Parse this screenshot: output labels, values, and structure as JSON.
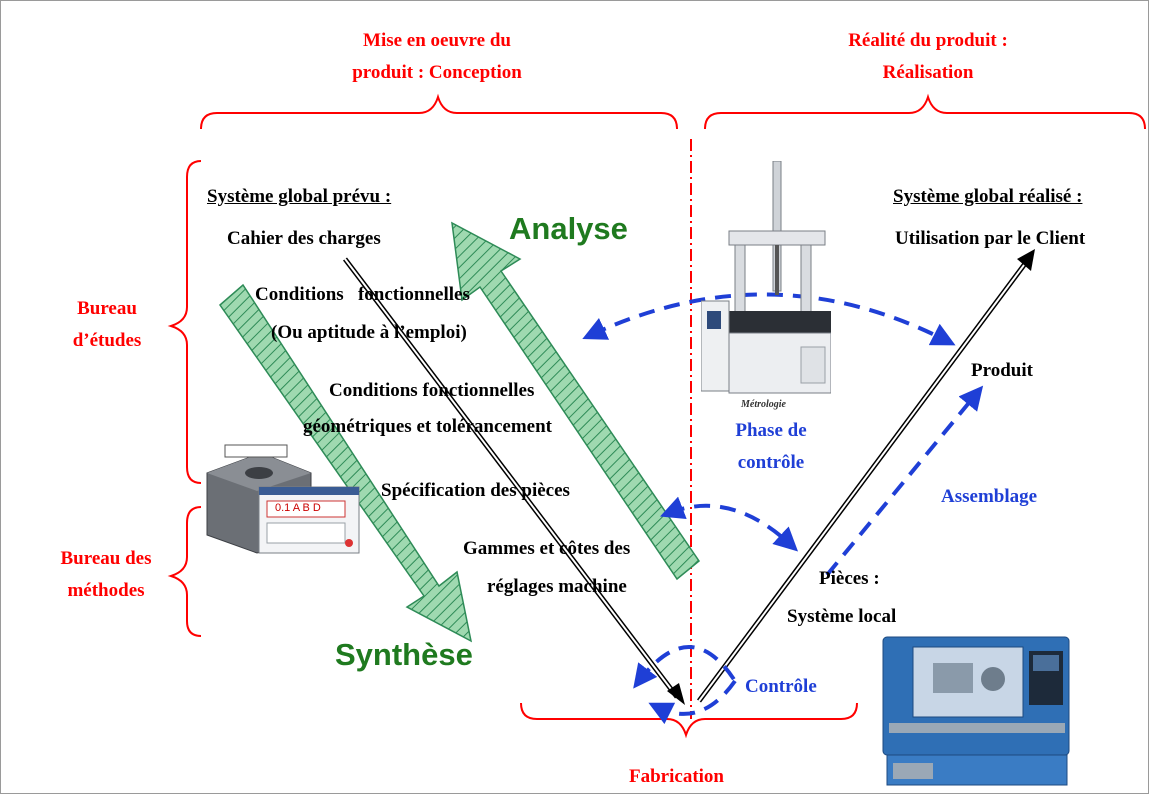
{
  "colors": {
    "red": "#ff0000",
    "blue": "#1f3fd6",
    "green": "#1f7a1f",
    "hatch_fill": "#9fd9b0",
    "hatch_line": "#2e8b57"
  },
  "headers": {
    "conception_line1": "Mise en oeuvre du",
    "conception_line2": "produit : Conception",
    "realisation_line1": "Réalité du produit :",
    "realisation_line2": "Réalisation",
    "fabrication": "Fabrication"
  },
  "departments": {
    "bureau_etudes_line1": "Bureau",
    "bureau_etudes_line2": "d’études",
    "bureau_methodes_line1": "Bureau des",
    "bureau_methodes_line2": "méthodes"
  },
  "left_branch": {
    "systeme_prevu": "Système global prévu :",
    "cahier": "Cahier des charges",
    "conditions_line1": "Conditions   fonctionnelles",
    "conditions_line2": "(Ou aptitude à l’emploi)",
    "geom_line1": "Conditions fonctionnelles",
    "geom_line2": "géométriques et tolérancement",
    "specification": "Spécification des pièces",
    "gammes_line1": "Gammes et côtes des",
    "gammes_line2": "réglages machine"
  },
  "right_branch": {
    "systeme_realise": "Système global réalisé :",
    "utilisation": "Utilisation par le Client",
    "produit": "Produit",
    "pieces_line1": "Pièces :",
    "pieces_line2": "Système local"
  },
  "phases": {
    "analyse": "Analyse",
    "synthese": "Synthèse",
    "phase_controle_line1": "Phase de",
    "phase_controle_line2": "contrôle",
    "assemblage": "Assemblage",
    "controle": "Contrôle"
  },
  "images": {
    "cmm_caption": "Métrologie",
    "gdt_frame": "0.1 A B D",
    "cmm_icon": "coordinate-measuring-machine",
    "lathe_icon": "cnc-lathe",
    "cad_icon": "cad-tolerancing-software"
  }
}
